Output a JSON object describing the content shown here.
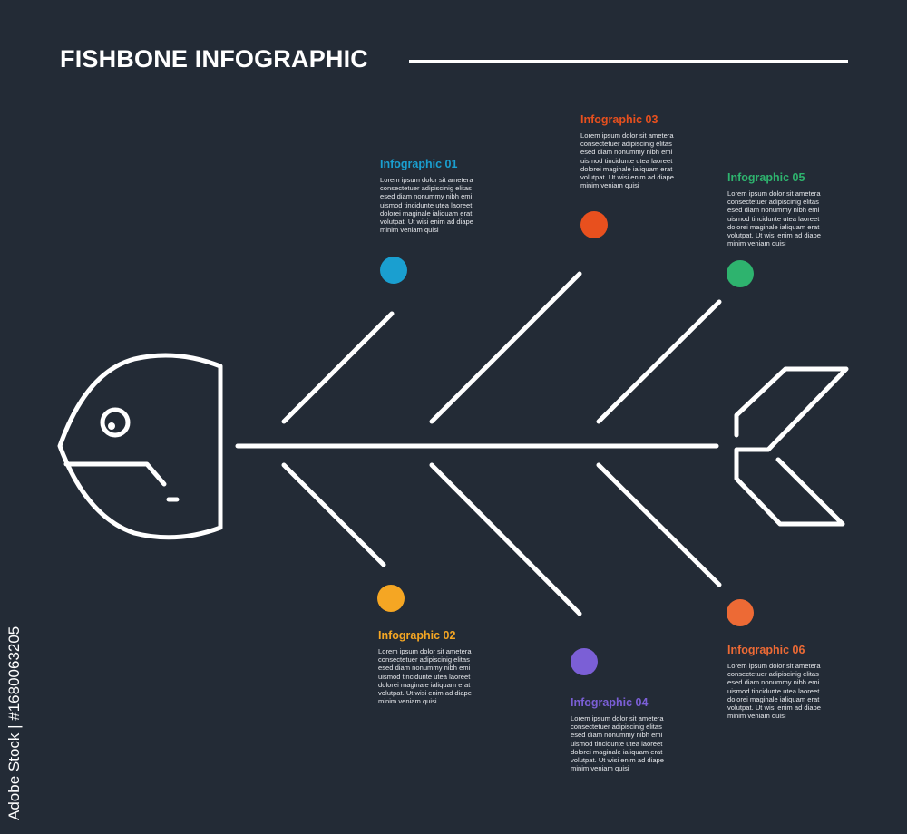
{
  "title": "FISHBONE INFOGRAPHIC",
  "watermark": "Adobe Stock | #1680063205",
  "items": [
    {
      "label": "Infographic 01",
      "color": "#1a9fd0",
      "text": "Lorem ipsum dolor sit ametera\nconsectetuer adipiscinig elitas\nesed diam nonummy nibh emi\nuismod tincidunte utea laoreet\ndolorei maginale ialiquam erat\nvolutpat. Ut wisi enim ad diape\nminim veniam quisi"
    },
    {
      "label": "Infographic 02",
      "color": "#f5a623",
      "text": "Lorem ipsum dolor sit ametera\nconsectetuer adipiscinig elitas\nesed diam nonummy nibh emi\nuismod tincidunte utea laoreet\ndolorei maginale ialiquam erat\nvolutpat. Ut wisi enim ad diape\nminim veniam quisi"
    },
    {
      "label": "Infographic 03",
      "color": "#e8501e",
      "text": "Lorem ipsum dolor sit ametera\nconsectetuer adipiscinig elitas\nesed diam nonummy nibh emi\nuismod tincidunte utea laoreet\ndolorei maginale ialiquam erat\nvolutpat. Ut wisi enim ad diape\nminim veniam quisi"
    },
    {
      "label": "Infographic 04",
      "color": "#7b5fd6",
      "text": "Lorem ipsum dolor sit ametera\nconsectetuer adipiscinig elitas\nesed diam nonummy nibh emi\nuismod tincidunte utea laoreet\ndolorei maginale ialiquam erat\nvolutpat. Ut wisi enim ad diape\nminim veniam quisi"
    },
    {
      "label": "Infographic 05",
      "color": "#2eb36e",
      "text": "Lorem ipsum dolor sit ametera\nconsectetuer adipiscinig elitas\nesed diam nonummy nibh emi\nuismod tincidunte utea laoreet\ndolorei maginale ialiquam erat\nvolutpat. Ut wisi enim ad diape\nminim veniam quisi"
    },
    {
      "label": "Infographic 06",
      "color": "#ed6a35",
      "text": "Lorem ipsum dolor sit ametera\nconsectetuer adipiscinig elitas\nesed diam nonummy nibh emi\nuismod tincidunte utea laoreet\ndolorei maginale ialiquam erat\nvolutpat. Ut wisi enim ad diape\nminim veniam quisi"
    }
  ]
}
